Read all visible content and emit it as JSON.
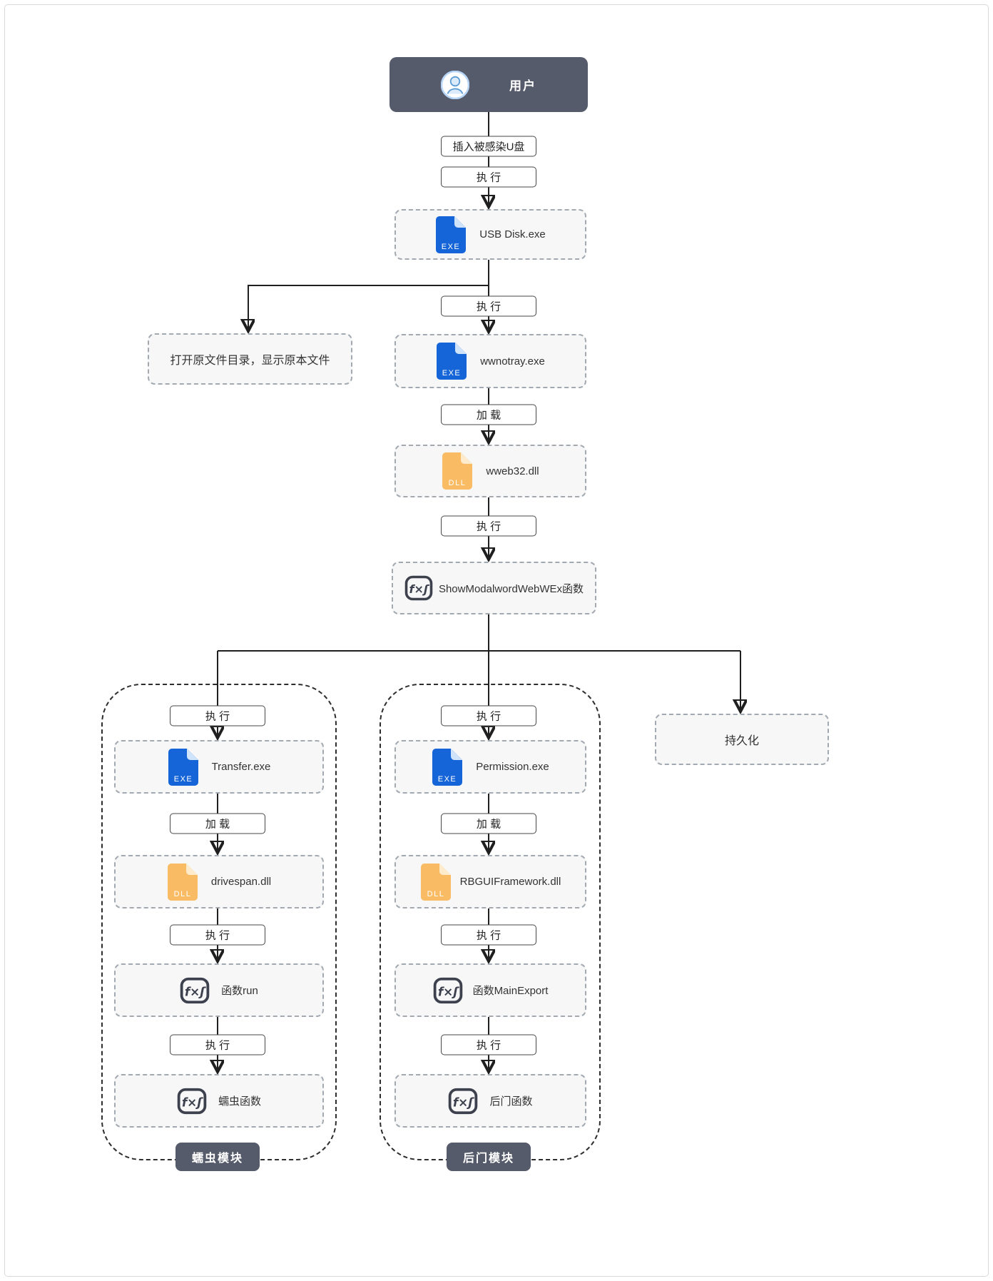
{
  "colors": {
    "accent_dark": "#565B6B",
    "exe_icon_blue": "#1565D8",
    "exe_fold_blue": "#CFE3FB",
    "dll_icon_orange": "#F9BC64",
    "dll_fold_orange": "#FDEBCC",
    "node_bg": "#F7F7F8",
    "node_border": "#A3A9B0",
    "line": "#1F1F1F"
  },
  "icons": {
    "exe": "EXE",
    "dll": "DLL",
    "fx": "f×ʃ"
  },
  "user": {
    "label": "用户"
  },
  "flow": {
    "edge_insert": "插入被感染U盘",
    "edge_exec1": "执 行",
    "usb_label": "USB Disk.exe",
    "side_note": "打开原文件目录，显示原本文件",
    "edge_exec2": "执 行",
    "wwnotray_label": "wwnotray.exe",
    "edge_load": "加 载",
    "wweb32_label": "wweb32.dll",
    "edge_exec3": "执 行",
    "fx_label": "ShowModalwordWebWEx函数",
    "persistence_label": "持久化"
  },
  "worm": {
    "edge_exec1": "执 行",
    "transfer": "Transfer.exe",
    "edge_load": "加 载",
    "drivespan": "drivespan.dll",
    "edge_exec2": "执 行",
    "func_run": "函数run",
    "edge_exec3": "执 行",
    "worm_func": "蠕虫函数",
    "badge": "蠕虫模块"
  },
  "backdoor": {
    "edge_exec1": "执 行",
    "permission": "Permission.exe",
    "edge_load": "加 载",
    "rbgui": "RBGUIFramework.dll",
    "edge_exec2": "执 行",
    "main_export": "函数MainExport",
    "edge_exec3": "执 行",
    "backdoor_func": "后门函数",
    "badge": "后门模块"
  },
  "edges_structure": [
    "用户 -[插入被感染U盘/执行]-> USB Disk.exe",
    "USB Disk.exe -> 打开原文件目录，显示原本文件",
    "USB Disk.exe -[执行]-> wwnotray.exe",
    "wwnotray.exe -[加载]-> wweb32.dll",
    "wweb32.dll -[执行]-> ShowModalwordWebWEx函数",
    "ShowModalwordWebWEx函数 -[执行]-> Transfer.exe -[加载]-> drivespan.dll -[执行]-> 函数run -[执行]-> 蠕虫函数",
    "ShowModalwordWebWEx函数 -[执行]-> Permission.exe -[加载]-> RBGUIFramework.dll -[执行]-> 函数MainExport -[执行]-> 后门函数",
    "ShowModalwordWebWEx函数 -> 持久化"
  ]
}
